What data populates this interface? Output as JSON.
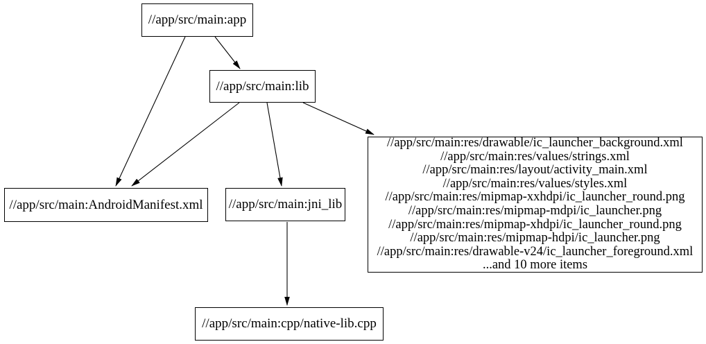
{
  "graph": {
    "background_color": "#ffffff",
    "node_border_color": "#000000",
    "text_color": "#000000",
    "edge_color": "#000000",
    "nodes": {
      "app": {
        "label": "//app/src/main:app"
      },
      "lib": {
        "label": "//app/src/main:lib"
      },
      "android_manifest": {
        "label": "//app/src/main:AndroidManifest.xml"
      },
      "jni_lib": {
        "label": "//app/src/main:jni_lib"
      },
      "resources": {
        "lines": [
          "//app/src/main:res/drawable/ic_launcher_background.xml",
          "//app/src/main:res/values/strings.xml",
          "//app/src/main:res/layout/activity_main.xml",
          "//app/src/main:res/values/styles.xml",
          "//app/src/main:res/mipmap-xxhdpi/ic_launcher_round.png",
          "//app/src/main:res/mipmap-mdpi/ic_launcher.png",
          "//app/src/main:res/mipmap-xhdpi/ic_launcher_round.png",
          "//app/src/main:res/mipmap-hdpi/ic_launcher.png",
          "//app/src/main:res/drawable-v24/ic_launcher_foreground.xml",
          "...and 10 more items"
        ]
      },
      "native_cpp": {
        "label": "//app/src/main:cpp/native-lib.cpp"
      }
    },
    "edges": [
      {
        "from": "app",
        "to": "lib"
      },
      {
        "from": "app",
        "to": "android_manifest"
      },
      {
        "from": "lib",
        "to": "android_manifest"
      },
      {
        "from": "lib",
        "to": "jni_lib"
      },
      {
        "from": "lib",
        "to": "resources"
      },
      {
        "from": "jni_lib",
        "to": "native_cpp"
      }
    ]
  }
}
